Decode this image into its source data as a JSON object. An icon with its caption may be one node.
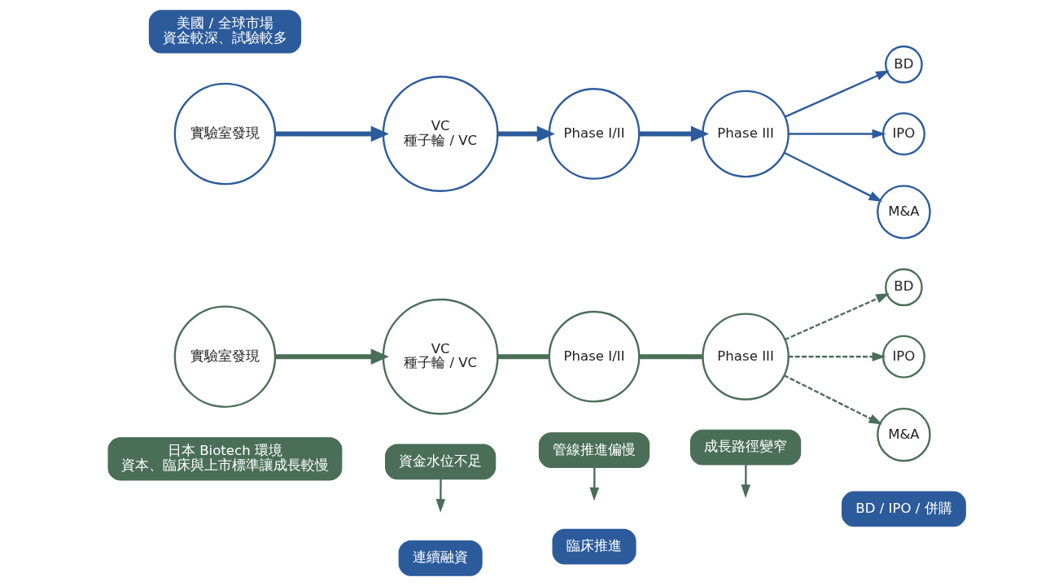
{
  "diagram": {
    "nodes": [
      {
        "text": [
          "美國 / 全球市場",
          "資金較深、試驗較多"
        ]
      },
      {
        "text": [
          "連續融資"
        ]
      },
      {
        "text": [
          "臨床推進"
        ]
      },
      {
        "text": [
          "BD / IPO / 併購"
        ]
      },
      {
        "text": [
          "實驗室發現"
        ]
      },
      {
        "text": [
          "VC",
          "種子輪 / VC"
        ]
      },
      {
        "text": [
          "Phase I/II"
        ]
      },
      {
        "text": [
          "Phase III"
        ]
      },
      {
        "text": [
          "BD"
        ]
      },
      {
        "text": [
          "IPO"
        ]
      },
      {
        "text": [
          "M&A"
        ]
      },
      {
        "text": [
          "日本 Biotech 環境",
          "資本、臨床與上市標準讓成長較慢"
        ]
      },
      {
        "text": [
          "資金水位不足"
        ]
      },
      {
        "text": [
          "管線推進偏慢"
        ]
      },
      {
        "text": [
          "成長路徑變窄"
        ]
      },
      {
        "text": [
          "實驗室發現"
        ]
      },
      {
        "text": [
          "VC",
          "種子輪 / VC"
        ]
      },
      {
        "text": [
          "Phase I/II"
        ]
      },
      {
        "text": [
          "Phase III"
        ]
      },
      {
        "text": [
          "BD"
        ]
      },
      {
        "text": [
          "IPO"
        ]
      },
      {
        "text": [
          "M&A"
        ]
      }
    ],
    "edges": [
      {
        "from": 4,
        "to": 5,
        "arrow": "to",
        "style": "thick",
        "color": "#2c5b9c"
      },
      {
        "from": 5,
        "to": 6,
        "arrow": "to",
        "style": "thick",
        "color": "#2c5b9c"
      },
      {
        "from": 6,
        "to": 7,
        "arrow": "to",
        "style": "thick",
        "color": "#2c5b9c"
      },
      {
        "from": 7,
        "to": 8,
        "arrow": "to",
        "color": "#2c5b9c"
      },
      {
        "from": 7,
        "to": 9,
        "arrow": "to",
        "color": "#2c5b9c"
      },
      {
        "from": 7,
        "to": 10,
        "arrow": "to",
        "color": "#2c5b9c"
      },
      {
        "from": 15,
        "to": 16,
        "arrow": "to",
        "style": "thick"
      },
      {
        "from": 16,
        "to": 17,
        "arrow": "none",
        "style": "thick"
      },
      {
        "from": 17,
        "to": 18,
        "arrow": "none",
        "style": "thick"
      },
      {
        "from": 18,
        "to": 19,
        "arrow": "to",
        "style": "dashed"
      },
      {
        "from": 18,
        "to": 20,
        "arrow": "to",
        "style": "dashed"
      },
      {
        "from": 18,
        "to": 21,
        "arrow": "to",
        "style": "dashed"
      },
      {
        "from": 12,
        "to": null,
        "arrow": "to"
      },
      {
        "from": 13,
        "to": null,
        "arrow": "to"
      },
      {
        "from": 14,
        "to": null,
        "arrow": "to"
      }
    ]
  }
}
